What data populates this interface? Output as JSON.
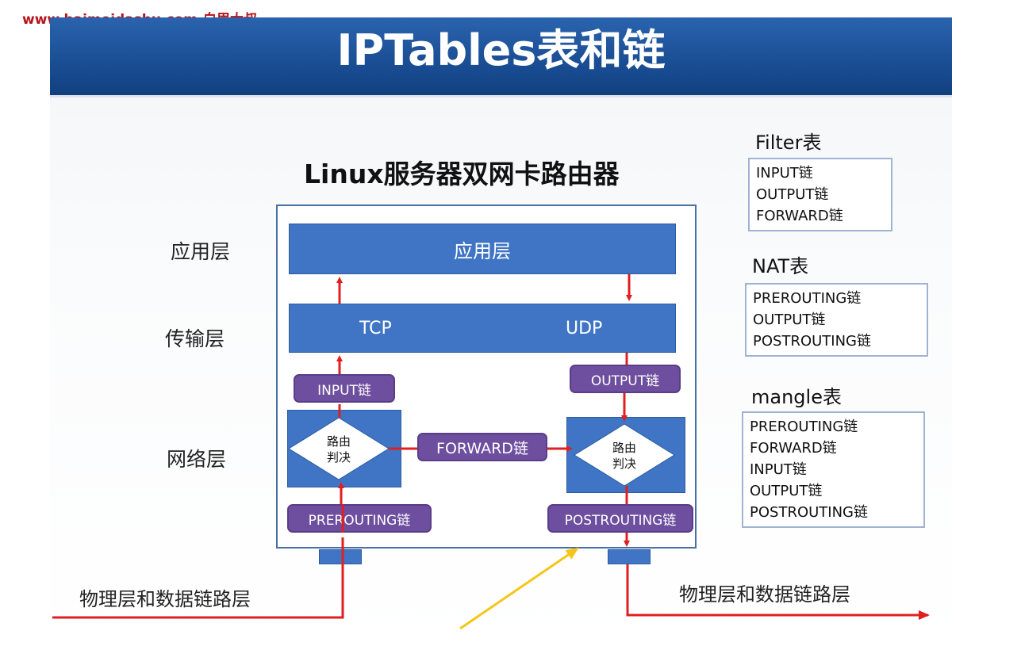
{
  "watermark": "www.baimeidashu.com-白眉大叔",
  "header": {
    "title": "IPTables表和链"
  },
  "diagram": {
    "title": "Linux服务器双网卡路由器",
    "left_labels": {
      "application": "应用层",
      "transport": "传输层",
      "network": "网络层"
    },
    "application_bar": "应用层",
    "transport_bar": {
      "left": "TCP",
      "right": "UDP"
    },
    "chains": {
      "input": "INPUT链",
      "output": "OUTPUT链",
      "forward": "FORWARD链",
      "prerouting": "PREROUTING链",
      "postrouting": "POSTROUTING链"
    },
    "route_decision": {
      "line1": "路由",
      "line2": "判决"
    },
    "physical_left": "物理层和数据链路层",
    "physical_right": "物理层和数据链路层",
    "colors": {
      "layer_blue": "#3f75c4",
      "chain_purple": "#6e4e9e",
      "arrow_red": "#e02020",
      "pointer_yellow": "#f5c518"
    }
  },
  "tables": [
    {
      "title": "Filter表",
      "chains": [
        "INPUT链",
        "OUTPUT链",
        "FORWARD链"
      ]
    },
    {
      "title": "NAT表",
      "chains": [
        "PREROUTING链",
        "OUTPUT链",
        "POSTROUTING链"
      ]
    },
    {
      "title": "mangle表",
      "chains": [
        "PREROUTING链",
        "FORWARD链",
        "INPUT链",
        "OUTPUT链",
        "POSTROUTING链"
      ]
    }
  ]
}
